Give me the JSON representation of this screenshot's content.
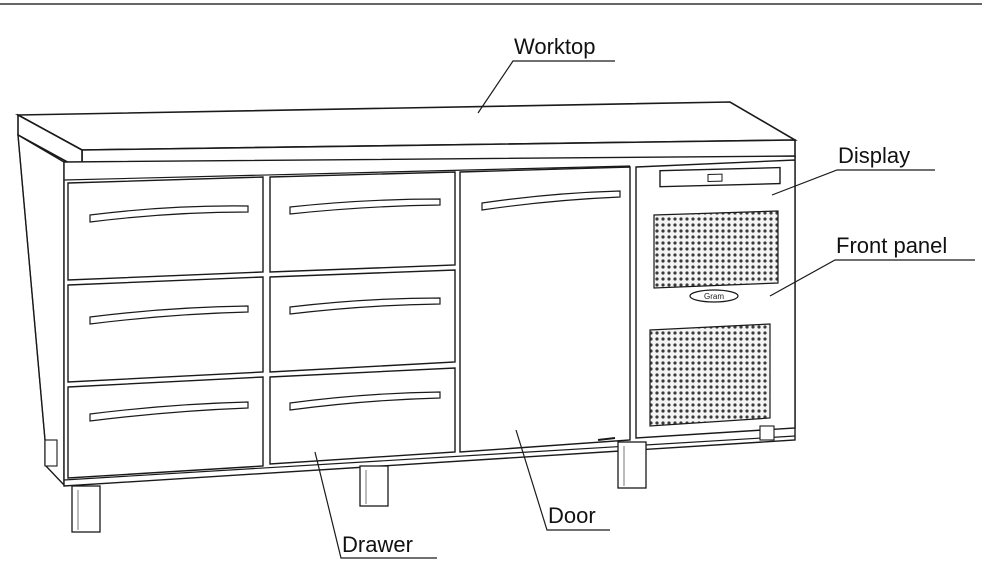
{
  "diagram": {
    "labels": {
      "worktop": "Worktop",
      "display": "Display",
      "front_panel": "Front panel",
      "drawer": "Drawer",
      "door": "Door"
    },
    "logo_text": "Gram",
    "drawer_rows": 3,
    "drawer_columns": 2,
    "colors": {
      "line": "#1a1a1a",
      "fill": "#ffffff",
      "mesh": "#333333"
    }
  }
}
